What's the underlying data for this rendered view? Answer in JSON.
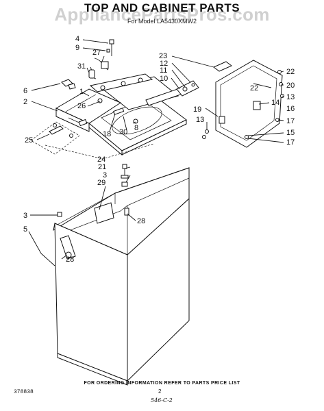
{
  "header": {
    "title": "TOP AND CABINET PARTS",
    "watermark": "AppliancePartsPros.com",
    "model": "For Model LA5430XMW2"
  },
  "footer": {
    "ordering_note": "FOR ORDERING INFORMATION REFER TO PARTS PRICE LIST",
    "doc_number": "378838",
    "page_number": "2",
    "handwritten_note": "546-C-2"
  },
  "callouts": [
    "1",
    "2",
    "3",
    "4",
    "5",
    "6",
    "8",
    "9",
    "10",
    "11",
    "12",
    "13",
    "14",
    "15",
    "16",
    "17",
    "18",
    "19",
    "20",
    "21",
    "22",
    "23",
    "24",
    "25",
    "26",
    "27",
    "28",
    "29",
    "30",
    "31"
  ]
}
